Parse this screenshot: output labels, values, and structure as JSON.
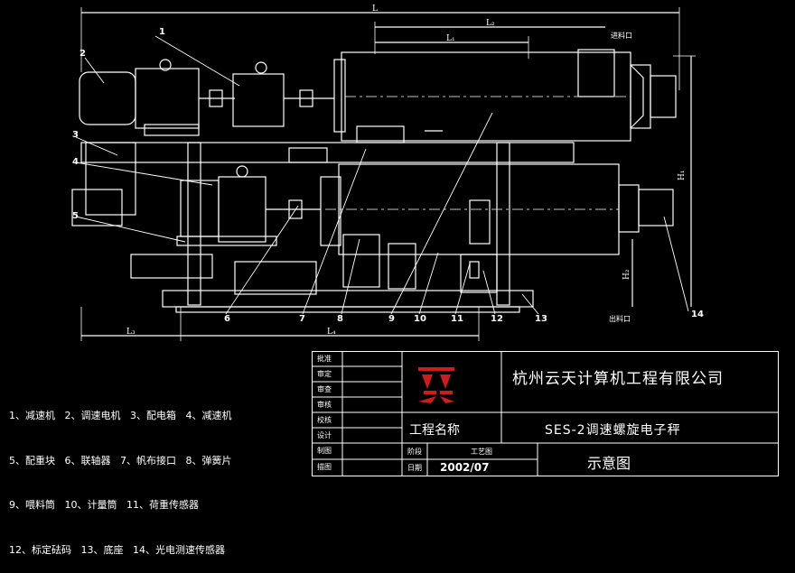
{
  "title_block": {
    "company": "杭州云天计算机工程有限公司",
    "project_label": "工程名称",
    "project_value": "SES-2调速螺旋电子秤",
    "drawing_name": "示意图",
    "stage_label": "阶段",
    "stage_value": "工艺图",
    "date_label": "日期",
    "date_value": "2002/07",
    "sign_rows": [
      "批准",
      "审定",
      "审查",
      "审核",
      "校核",
      "设计",
      "制图",
      "描图"
    ]
  },
  "legend": [
    "1、减速机   2、调速电机   3、配电箱   4、减速机",
    "5、配重块   6、联轴器   7、帆布接口   8、弹簧片",
    "9、喂料筒   10、计量筒   11、荷重传感器",
    "12、标定砝码   13、底座   14、光电测速传感器"
  ],
  "callouts": [
    "1",
    "2",
    "3",
    "4",
    "5",
    "6",
    "7",
    "8",
    "9",
    "10",
    "11",
    "12",
    "13",
    "14"
  ],
  "dimensions": {
    "L": "L",
    "L1": "L₁",
    "L2": "L₂",
    "L3": "L₃",
    "L4": "L₄",
    "H1": "H₁",
    "H2": "H₂"
  },
  "labels": {
    "inlet": "进料口",
    "outlet": "出料口"
  },
  "colors": {
    "background": "#000000",
    "lines": "#ffffff",
    "logo": "#d11a1a"
  }
}
